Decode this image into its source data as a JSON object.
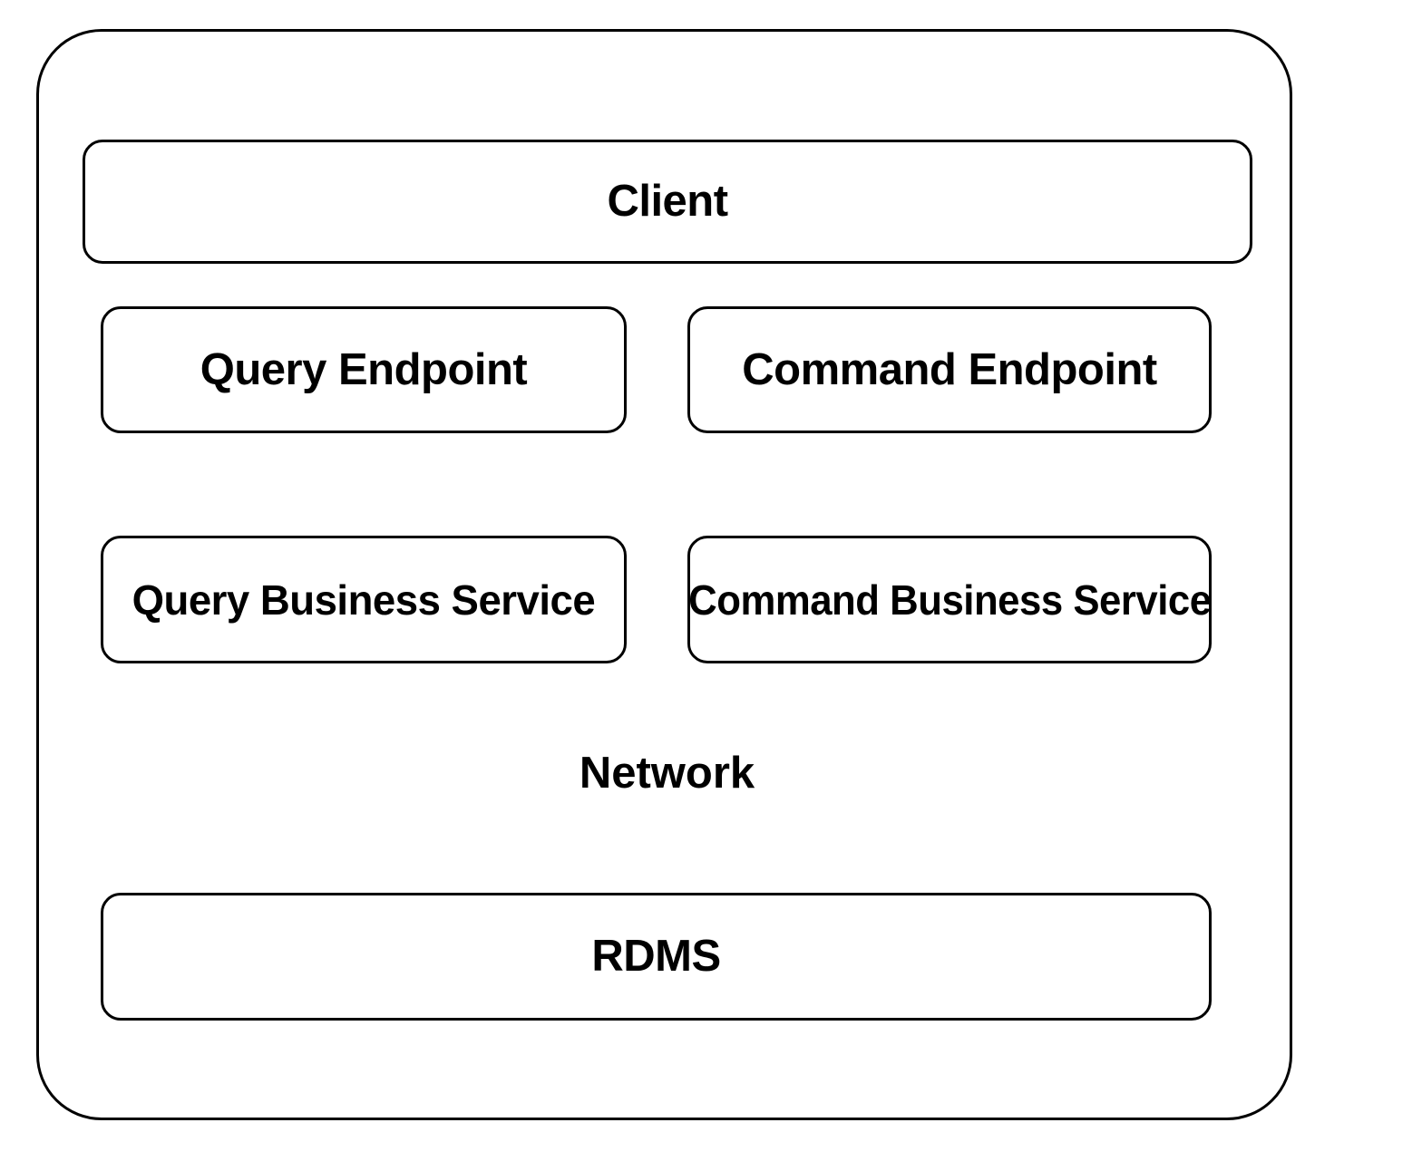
{
  "diagram": {
    "title": "CQRS layered architecture diagram",
    "background_color": "#FFFFFF",
    "line_color": "#000000",
    "text_color": "#000000",
    "container": {
      "label": "",
      "shape": "rounded-rectangle"
    },
    "nodes": [
      {
        "id": "client",
        "label": "Client",
        "row": 1,
        "column": "full"
      },
      {
        "id": "query-endpoint",
        "label": "Query Endpoint",
        "row": 2,
        "column": "left"
      },
      {
        "id": "command-endpoint",
        "label": "Command Endpoint",
        "row": 2,
        "column": "right"
      },
      {
        "id": "query-business-service",
        "label": "Query Business Service",
        "row": 3,
        "column": "left"
      },
      {
        "id": "command-business-service",
        "label": "Command Business Service",
        "row": 3,
        "column": "right"
      },
      {
        "id": "network",
        "label": "Network",
        "row": 4,
        "column": "full",
        "shape": "text-only"
      },
      {
        "id": "rdms",
        "label": "RDMS",
        "row": 5,
        "column": "full"
      }
    ]
  }
}
